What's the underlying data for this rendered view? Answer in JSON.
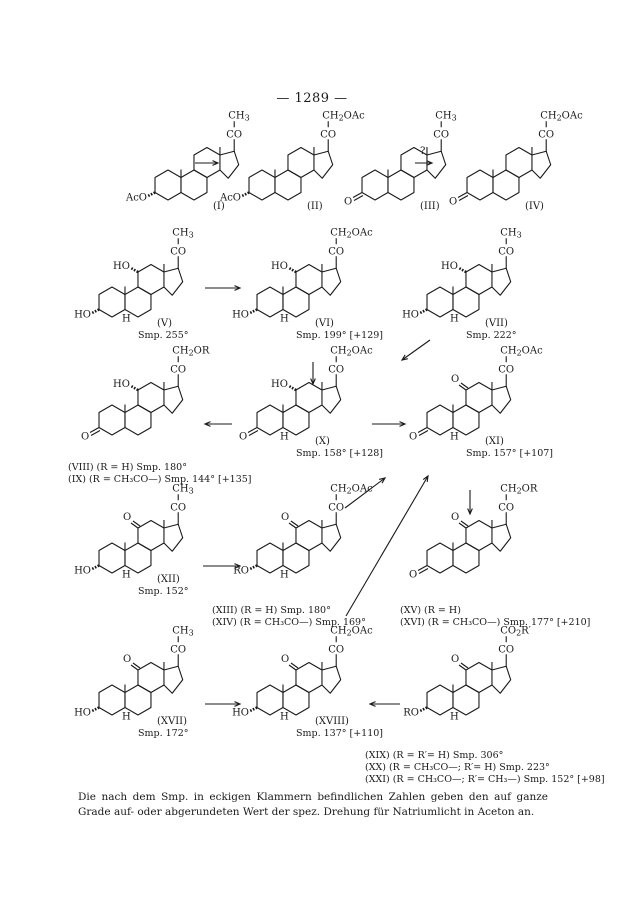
{
  "page_number": "— 1289 —",
  "compounds": [
    {
      "id": "I",
      "roman": "(I)",
      "side_chain": "CH3",
      "ring_sub": "AcO",
      "smp": ""
    },
    {
      "id": "II",
      "roman": "(II)",
      "side_chain": "CH2OAc",
      "ring_sub": "AcO",
      "smp": ""
    },
    {
      "id": "III",
      "roman": "(III)",
      "side_chain": "CH3",
      "ring_sub": "O",
      "smp": ""
    },
    {
      "id": "IV",
      "roman": "(IV)",
      "side_chain": "CH2OAc",
      "ring_sub": "O",
      "smp": ""
    },
    {
      "id": "V",
      "roman": "(V)",
      "side_chain": "CH3",
      "ring_sub": "HO",
      "oh11": "HO",
      "smp": "Smp. 255°"
    },
    {
      "id": "VI",
      "roman": "(VI)",
      "side_chain": "CH2OAc",
      "ring_sub": "HO",
      "oh11": "HO",
      "smp": "Smp. 199° [+129]"
    },
    {
      "id": "VII",
      "roman": "(VII)",
      "side_chain": "CH3",
      "ring_sub": "HO",
      "oh11": "HO",
      "smp": "Smp. 222°"
    },
    {
      "id": "VIII_IX",
      "side_chain": "CH2OR",
      "ring_sub": "O",
      "oh11": "HO",
      "smp": ""
    },
    {
      "id": "X",
      "roman": "(X)",
      "side_chain": "CH2OAc",
      "ring_sub": "O",
      "oh11": "HO",
      "smp": "Smp. 158° [+128]"
    },
    {
      "id": "XI",
      "roman": "(XI)",
      "side_chain": "CH2OAc",
      "ring_sub": "O",
      "smp": "Smp. 157° [+107]"
    },
    {
      "id": "XII",
      "roman": "(XII)",
      "side_chain": "CH3",
      "ring_sub": "HO",
      "smp": "Smp. 152°"
    },
    {
      "id": "XIII_XIV",
      "side_chain": "CH2OAc",
      "ring_sub": "RO",
      "smp": ""
    },
    {
      "id": "XV_XVI",
      "side_chain": "CH2OR",
      "ring_sub": "O",
      "smp": ""
    },
    {
      "id": "XVII",
      "roman": "(XVII)",
      "side_chain": "CH3",
      "ring_sub": "HO",
      "smp": "Smp. 172°"
    },
    {
      "id": "XVIII",
      "roman": "(XVIII)",
      "side_chain": "CH2OAc",
      "ring_sub": "HO",
      "smp": "Smp. 137° [+110]"
    },
    {
      "id": "XIX_XXI",
      "side_chain": "CO2R′",
      "ring_sub": "RO",
      "smp": ""
    }
  ],
  "labels": {
    "co": "CO",
    "h": "H",
    "o": "O",
    "ch3": "CH",
    "ch3_sub": "3",
    "ch2oac": "CH",
    "ch2oac_sub": "2",
    "ch2oac_tail": "OAc",
    "ch2or_tail": "OR",
    "co2r": "CO",
    "co2r_sub": "2",
    "co2r_tail": "R′",
    "question": "?"
  },
  "variant_lines": {
    "viii": "(VIII) (R = H) Smp. 180°",
    "ix": "(IX) (R = CH₃CO—) Smp. 144° [+135]",
    "xiii": "(XIII) (R = H) Smp. 180°",
    "xiv": "(XIV) (R = CH₃CO—) Smp. 169°",
    "xv": "(XV) (R = H)",
    "xvi": "(XVI) (R = CH₃CO—) Smp. 177° [+210]",
    "xix": "(XIX) (R = R′= H) Smp. 306°",
    "xx": "(XX) (R = CH₃CO—; R′= H) Smp. 223°",
    "xxi": "(XXI) (R = CH₃CO—; R′= CH₃—) Smp. 152° [+98]"
  },
  "caption": "Die nach dem Smp. in eckigen Klammern befindlichen Zahlen geben den auf ganze Grade auf- oder abgerundeten Wert der spez. Drehung für Natriumlicht in Aceton an."
}
